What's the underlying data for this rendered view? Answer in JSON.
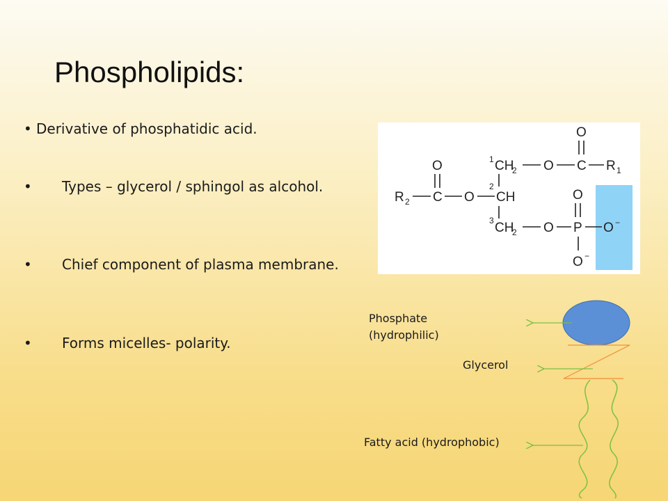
{
  "slide": {
    "title": "Phospholipids:",
    "bullets": [
      {
        "marker": "•",
        "text": "Derivative of phosphatidic acid."
      },
      {
        "marker": "•",
        "text": "Types – glycerol / sphingol as alcohol."
      },
      {
        "marker": "•",
        "text": "Chief component of plasma membrane."
      },
      {
        "marker": "•",
        "text": "Forms micelles- polarity."
      }
    ]
  },
  "structure": {
    "o_top": "O",
    "ch2_1": "CH",
    "ch2_1_sub": "2",
    "num_1": "1",
    "o_link1": "O",
    "c1": "C",
    "r1": "R",
    "r1_sub": "1",
    "o_left": "O",
    "r2": "R",
    "r2_sub": "2",
    "c2": "C",
    "o_link2": "O",
    "ch": "CH",
    "num_2": "2",
    "o_p_top": "O",
    "ch2_3": "CH",
    "ch2_3_sub": "2",
    "num_3": "3",
    "o_link3": "O",
    "p": "P",
    "o_minus_right": "O",
    "minus1": "−",
    "o_bottom": "O",
    "minus2": "−",
    "highlight_color": "#8fd3f7"
  },
  "diagram": {
    "phosphate_label_line1": "Phosphate",
    "phosphate_label_line2": "(hydrophilic)",
    "glycerol_label": "Glycerol",
    "fatty_label": "Fatty acid (hydrophobic)",
    "head_color": "#5b8fd6",
    "glycerol_color": "#f0903a",
    "arrow_color": "#7ac142",
    "tail_color": "#7ac142"
  }
}
